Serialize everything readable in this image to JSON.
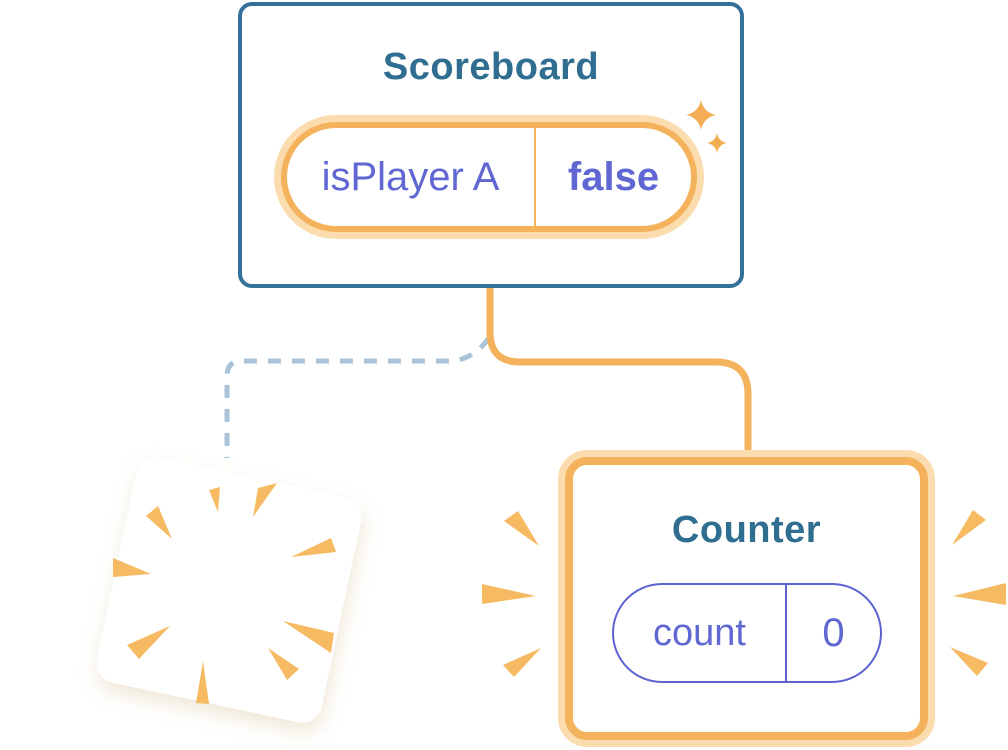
{
  "scoreboard": {
    "title": "Scoreboard",
    "state": {
      "name": "isPlayer A",
      "value": "false"
    }
  },
  "counter": {
    "title": "Counter",
    "state": {
      "name": "count",
      "value": "0"
    }
  },
  "icons": [
    "sparkle-icon",
    "poof-burst-icon",
    "emphasis-rays-icon",
    "dashed-connector-line",
    "solid-connector-line"
  ],
  "colors": {
    "card_border_blue": "#34719a",
    "title_text_teal": "#2f6e90",
    "state_purple": "#6066d2",
    "pill_purple_border": "#5c63cf",
    "orange": "#f5b25c",
    "orange_halo": "#fbdcae",
    "ray_orange": "#f6ba62",
    "sparkle_orange": "#f3ae55",
    "dash_blue": "#a9c3d8"
  }
}
